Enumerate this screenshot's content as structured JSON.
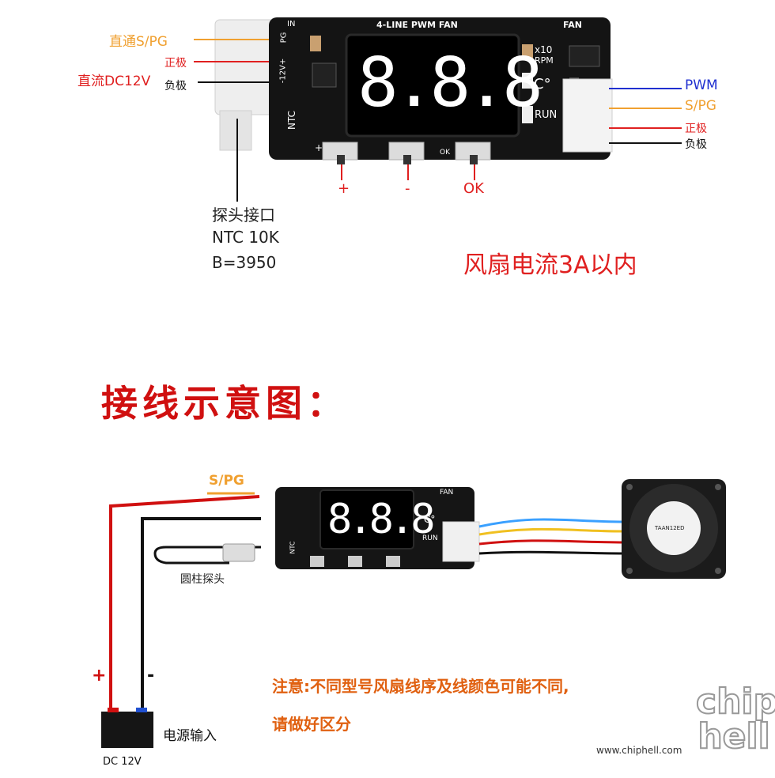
{
  "top": {
    "left_labels": {
      "direct_spg": "直通S/PG",
      "positive": "正极",
      "dc12v": "直流DC12V",
      "negative": "负极"
    },
    "right_labels": {
      "pwm": "PWM",
      "spg": "S/PG",
      "positive": "正极",
      "negative": "负极"
    },
    "pcb": {
      "header": "4-LINE PWM FAN",
      "in": "IN",
      "fan": "FAN",
      "display": "8.8.8",
      "x10": "x10",
      "rpm": "RPM",
      "celsius": "C°",
      "run": "RUN",
      "ntc": "NTC",
      "pg": "PG",
      "v12": "-12V+",
      "plus": "+",
      "ok": "OK"
    },
    "buttons": {
      "plus": "+",
      "minus": "-",
      "ok": "OK"
    },
    "probe_note": [
      "探头接口",
      "NTC 10K",
      "B=3950"
    ],
    "current_note": "风扇电流3A以内",
    "colors": {
      "orange": "#f0a030",
      "red": "#e02020",
      "blue": "#2030d0",
      "black": "#111111"
    }
  },
  "bottom": {
    "title": "接线示意图：",
    "spg": "S/PG",
    "probe": "圆柱探头",
    "plus": "+",
    "minus": "-",
    "power_input": "电源输入",
    "battery": "DC 12V",
    "warning_line1": "注意:不同型号风扇线序及线颜色可能不同,",
    "warning_line2": "请做好区分",
    "watermark_url": "www.chiphell.com",
    "watermark_logo": "chip hell",
    "pcb": {
      "display": "8.8.8",
      "celsius": "C°",
      "run": "RUN",
      "ntc": "NTC",
      "fan": "FAN"
    },
    "fan_label": "TAAN12ED"
  }
}
